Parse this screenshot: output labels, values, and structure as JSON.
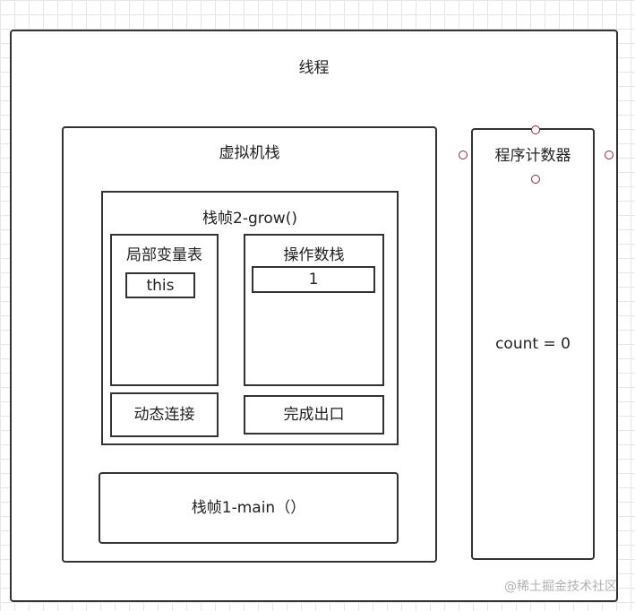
{
  "thread": {
    "label": "线程"
  },
  "vm_stack": {
    "label": "虚拟机栈"
  },
  "frame2": {
    "label": "栈帧2-grow()",
    "local_vars": {
      "label": "局部变量表",
      "slot": "this"
    },
    "operand_stack": {
      "label": "操作数栈",
      "slot": "1"
    },
    "dynamic_linking": {
      "label": "动态连接"
    },
    "return_address": {
      "label": "完成出口"
    }
  },
  "frame1": {
    "label": "栈帧1-main（）"
  },
  "pc_register": {
    "label": "程序计数器",
    "value": "count = 0"
  },
  "watermark": "@稀土掘金技术社区"
}
